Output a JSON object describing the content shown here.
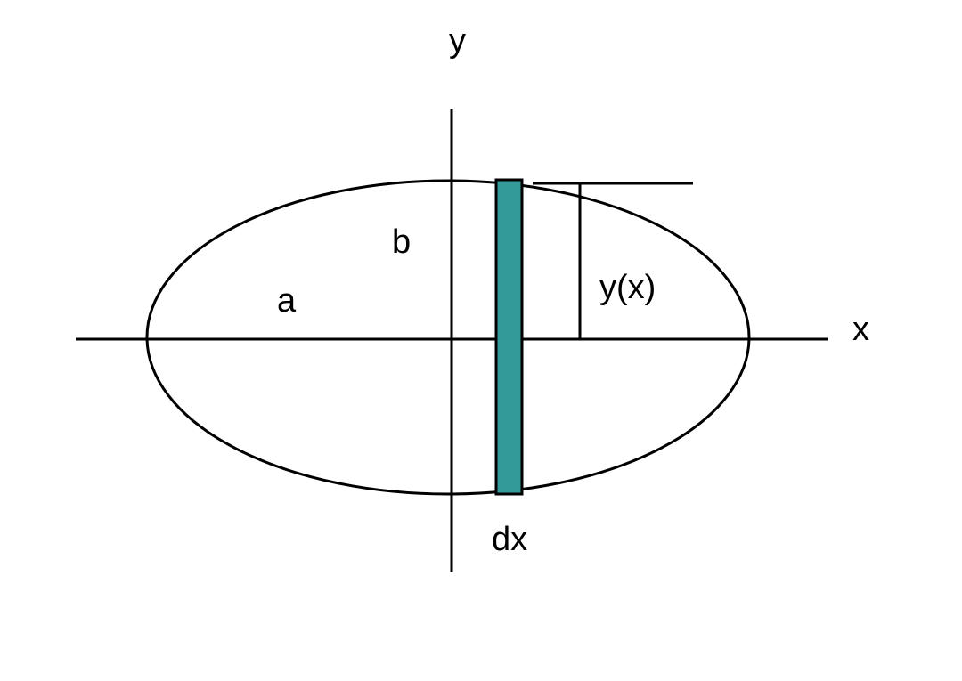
{
  "labels": {
    "y_axis": "y",
    "x_axis": "x",
    "semi_minor": "b",
    "semi_major": "a",
    "height": "y(x)",
    "width": "dx"
  },
  "colors": {
    "strip": "#339999",
    "stroke": "#000000"
  }
}
